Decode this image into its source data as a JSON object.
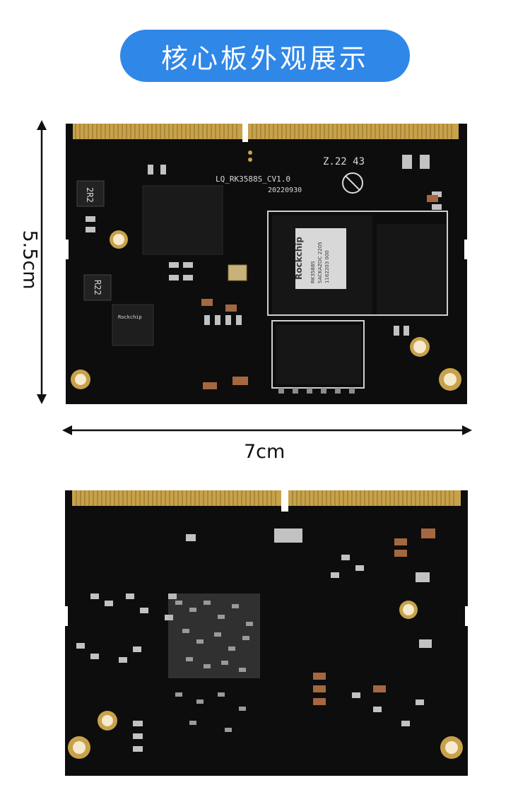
{
  "title": "核心板外观展示",
  "dimensions": {
    "height_label": "5.5cm",
    "width_label": "7cm"
  },
  "top_board": {
    "model_text": "LQ_RK3588S_CV1.0",
    "date_text": "20220930",
    "lot_text": "Z.22 43",
    "soc_brand": "Rockchip",
    "soc_line1": "RK3588S",
    "soc_line2": "SACKAZOC 2205",
    "soc_line3": "1162203 000",
    "pmic_brand": "Rockchip",
    "inductor1": "2R2",
    "inductor2": "R22"
  },
  "colors": {
    "title_bg": "#2f87e8",
    "pcb": "#0d0d0d",
    "gold": "#c8a24a"
  }
}
